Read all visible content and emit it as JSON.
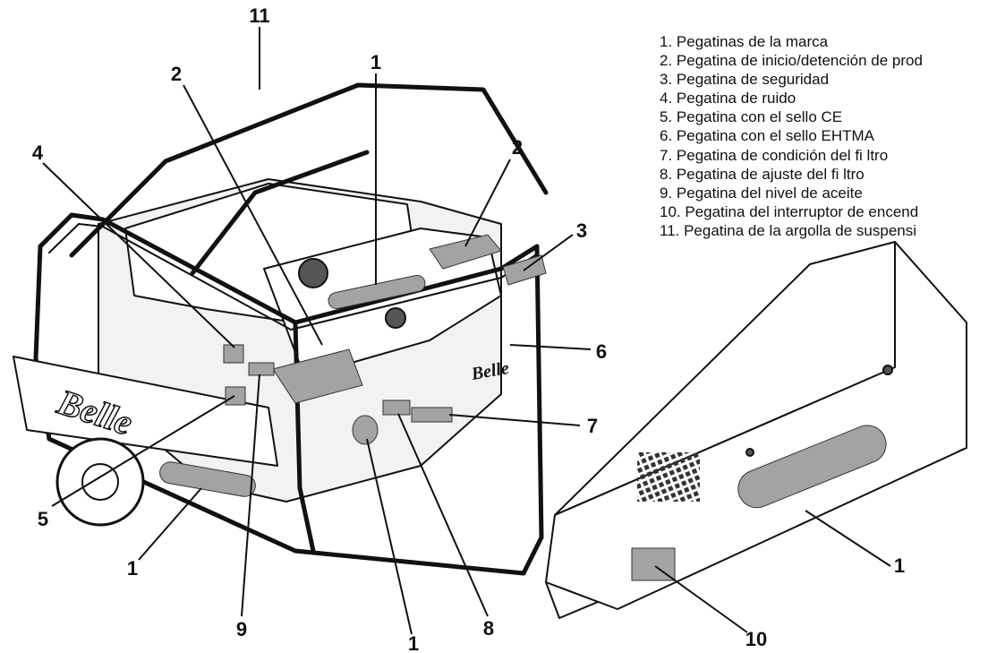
{
  "legend": [
    "1. Pegatinas de la marca",
    "2. Pegatina de inicio/detención de prod",
    "3. Pegatina de seguridad",
    "4. Pegatina de ruido",
    "5. Pegatina con el sello CE",
    "6. Pegatina con el sello EHTMA",
    "7. Pegatina de condición del fi ltro",
    "8. Pegatina de ajuste del fi ltro",
    "9. Pegatina del nivel de aceite",
    "10. Pegatina del interruptor de encend",
    "11. Pegatina de la argolla de suspensi"
  ],
  "callouts": [
    "11",
    "2",
    "1",
    "4",
    "2",
    "3",
    "6",
    "7",
    "5",
    "1",
    "9",
    "8",
    "1",
    "1",
    "10"
  ],
  "brand": "Belle",
  "colors": {
    "line": "#111111",
    "sticker": "#a3a3a3",
    "frame_fill": "#ffffff",
    "body_fill": "#f2f2f2"
  }
}
